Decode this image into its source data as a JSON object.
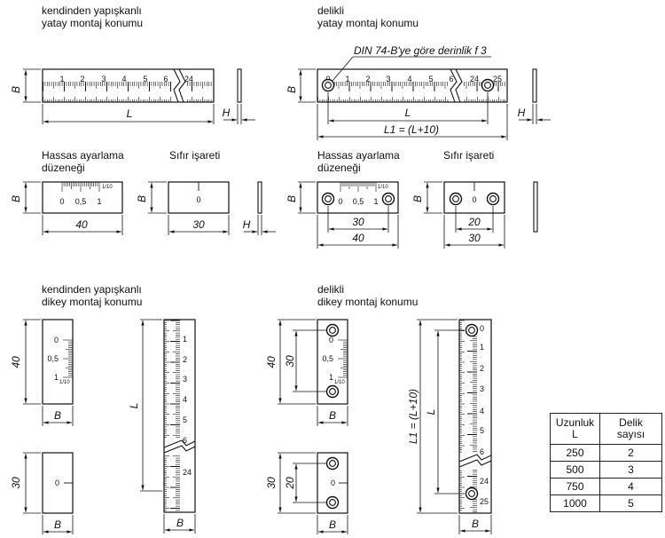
{
  "labels": {
    "self_adhesive_h": [
      "kendinden yapışkanlı",
      "yatay montaj konumu"
    ],
    "holes_h": [
      "delikli",
      "yatay montaj konumu"
    ],
    "self_adhesive_v": [
      "kendinden yapışkanlı",
      "dikey montaj konumu"
    ],
    "holes_v": [
      "delikli",
      "dikey montaj konumu"
    ],
    "fine_adjust": [
      "Hassas ayarlama",
      "düzeneği"
    ],
    "zero_mark": "Sıfır işareti",
    "din_note": "DIN 74-B'ye göre derinlik f 3"
  },
  "dims": {
    "B": "B",
    "L": "L",
    "H": "H",
    "L1": "L1 = (L+10)",
    "d40": "40",
    "d30": "30",
    "d20": "20"
  },
  "scale": {
    "h_top": [
      "1",
      "2",
      "3",
      "4",
      "5",
      "6",
      "24"
    ],
    "h_top_holes": [
      "0",
      "1",
      "2",
      "3",
      "4",
      "5",
      "6",
      "24",
      "25"
    ],
    "v_long": [
      "1",
      "2",
      "3",
      "4",
      "5",
      "6",
      "24"
    ],
    "v_long_holes": [
      "0",
      "1",
      "2",
      "3",
      "4",
      "5",
      "6",
      "24",
      "25"
    ],
    "fine": [
      "0",
      "0,5",
      "1"
    ],
    "fine_unit": "1/10",
    "zero": "0"
  },
  "table": {
    "headers": [
      "Uzunluk\nL",
      "Delik\nsayısı"
    ],
    "rows": [
      [
        "250",
        "2"
      ],
      [
        "500",
        "3"
      ],
      [
        "750",
        "4"
      ],
      [
        "1000",
        "5"
      ]
    ]
  }
}
